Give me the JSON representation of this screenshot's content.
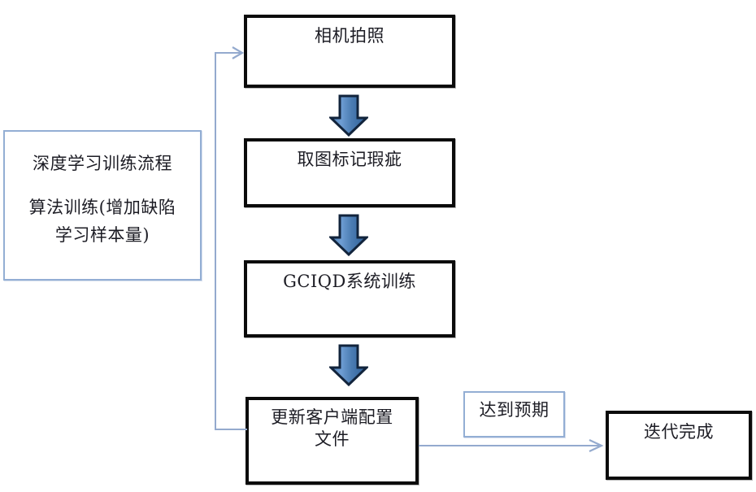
{
  "diagram": {
    "title_note": {
      "line1": "深度学习训练流程",
      "line2": "算法训练(增加缺陷\n学习样本量)"
    },
    "steps": [
      {
        "label": "相机拍照"
      },
      {
        "label": "取图标记瑕疵"
      },
      {
        "label": "GCIQD系统训练"
      },
      {
        "label": "更新客户端配置\n文件"
      }
    ],
    "condition_label": "达到预期",
    "end_label": "迭代完成",
    "colors": {
      "box_border": "#0b0b0b",
      "note_border": "#93aed4",
      "connector": "#94aace",
      "arrow_fill_light": "#6f9bd1",
      "arrow_fill_dark": "#2f5f97",
      "arrow_outline": "#12243c",
      "text": "#1c1c24",
      "background": "#ffffff"
    }
  }
}
